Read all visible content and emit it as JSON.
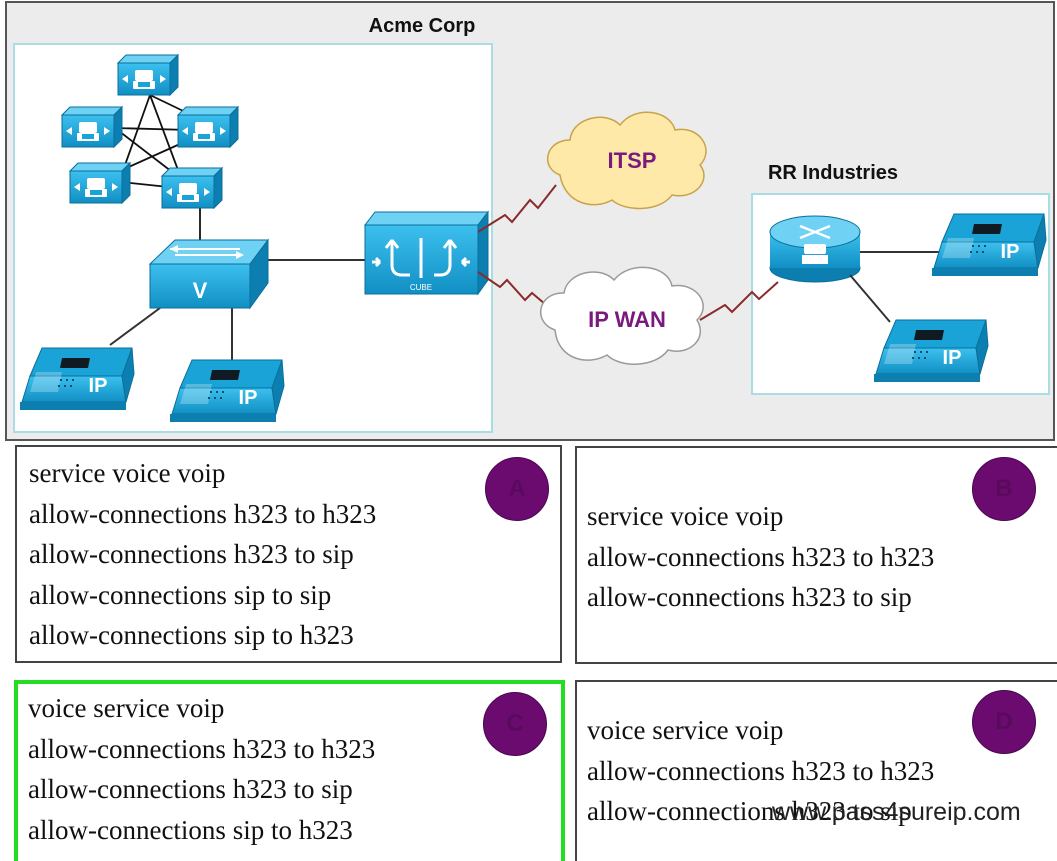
{
  "topology": {
    "acme": {
      "label": "Acme Corp"
    },
    "rr": {
      "label": "RR Industries"
    },
    "clouds": [
      {
        "id": "itsp",
        "label": "ITSP",
        "color": "#ffe9a8"
      },
      {
        "id": "ipwan",
        "label": "IP WAN",
        "color": "#ffffff"
      }
    ],
    "switch": {
      "label": "V"
    },
    "cube": {
      "label": "CUBE"
    },
    "phones": {
      "label": "IP"
    }
  },
  "options": [
    {
      "id": "A",
      "lines": [
        "service voice voip",
        "allow-connections h323 to h323",
        "allow-connections h323 to sip",
        "allow-connections sip to sip",
        "allow-connections sip to h323"
      ]
    },
    {
      "id": "B",
      "lines": [
        "service voice voip",
        "allow-connections h323 to h323",
        "allow-connections h323 to sip"
      ]
    },
    {
      "id": "C",
      "lines": [
        "voice service voip",
        "allow-connections h323 to h323",
        "allow-connections h323 to sip",
        "allow-connections sip to h323"
      ],
      "highlighted": true
    },
    {
      "id": "D",
      "lines": [
        "voice service voip",
        "allow-connections h323 to h323",
        "allow-connections h323 to sip"
      ]
    }
  ],
  "watermark": "www.pass4sureip.com",
  "colors": {
    "device": "#1aa3d6",
    "device_dark": "#0a6f9a",
    "highlight": "#22dd22",
    "badge": "#6b0b6f",
    "link_red": "#8a2a2a"
  }
}
